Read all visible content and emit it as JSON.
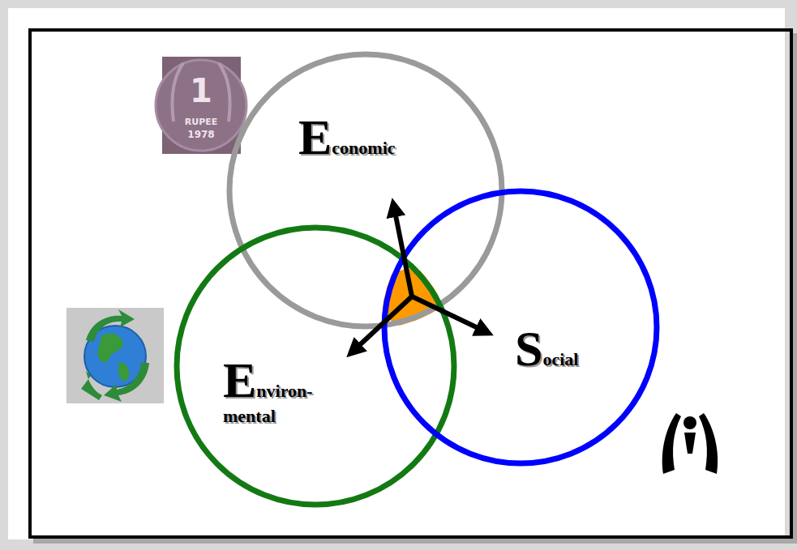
{
  "diagram": {
    "nodes": [
      {
        "text": [
          "Economic"
        ]
      },
      {
        "text": [
          "Environ- mental"
        ]
      },
      {
        "text": [
          "Social"
        ]
      }
    ],
    "labels": [
      "1",
      "RUPEE",
      "1978"
    ]
  }
}
